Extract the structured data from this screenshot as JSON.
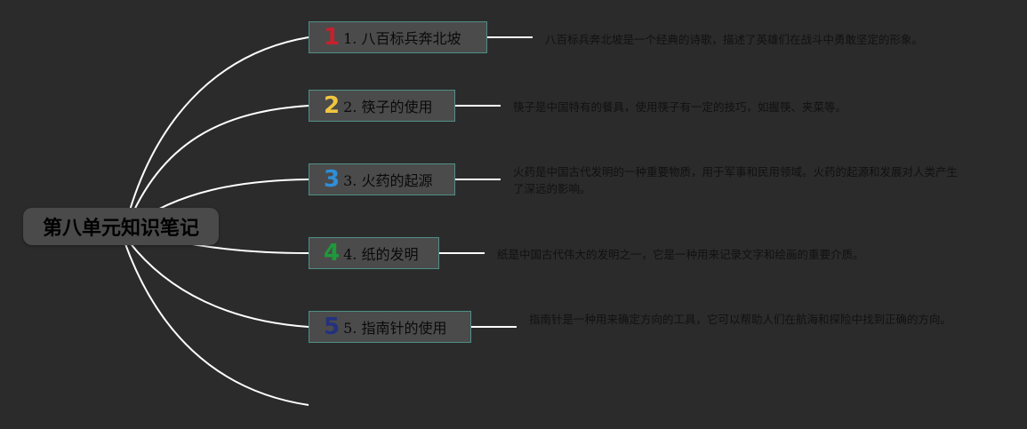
{
  "root": {
    "label": "第八单元知识笔记"
  },
  "topics": [
    {
      "num": "1",
      "label": "1. 八百标兵奔北坡",
      "color": "#c8202c",
      "desc": "八百标兵奔北坡是一个经典的诗歌，描述了英雄们在战斗中勇敢坚定的形象。"
    },
    {
      "num": "2",
      "label": "2. 筷子的使用",
      "color": "#f1c63f",
      "desc": "筷子是中国特有的餐具，使用筷子有一定的技巧，如握筷、夹菜等。"
    },
    {
      "num": "3",
      "label": "3. 火药的起源",
      "color": "#2f8fd8",
      "desc": "火药是中国古代发明的一种重要物质，用于军事和民用领域。火药的起源和发展对人类产生了深远的影响。"
    },
    {
      "num": "4",
      "label": "4. 纸的发明",
      "color": "#1d9a3a",
      "desc": "纸是中国古代伟大的发明之一，它是一种用来记录文字和绘画的重要介质。"
    },
    {
      "num": "5",
      "label": "5. 指南针的使用",
      "color": "#24317f",
      "desc": "指南针是一种用来确定方向的工具，它可以帮助人们在航海和探险中找到正确的方向。"
    }
  ],
  "colors": {
    "background": "#2b2b2b",
    "link": "#ffffff",
    "node": "#4b4b4b",
    "border": "#4f8f86"
  }
}
